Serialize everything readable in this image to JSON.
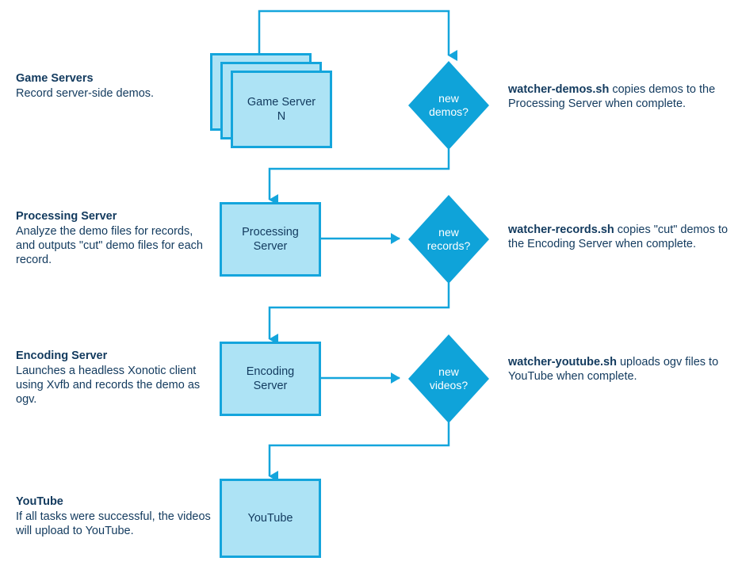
{
  "theme": {
    "box_fill": "#ade3f5",
    "box_stroke": "#14a5dc",
    "diamond_fill": "#0fa3d9",
    "text_color": "#123a5e",
    "diamond_text_color": "#ffffff",
    "background": "#ffffff"
  },
  "stages": [
    {
      "id": "game-servers",
      "title": "Game Servers",
      "body": "Record server-side demos.",
      "node_label": "Game Server\nN",
      "decision_label": "new\ndemos?",
      "note_cmd": "watcher-demos.sh",
      "note_rest": " copies demos to the Processing Server when complete."
    },
    {
      "id": "processing-server",
      "title": "Processing Server",
      "body": "Analyze the demo files for records, and outputs \"cut\" demo files for each record.",
      "node_label": "Processing\nServer",
      "decision_label": "new\nrecords?",
      "note_cmd": "watcher-records.sh",
      "note_rest": " copies \"cut\" demos to the Encoding Server when complete."
    },
    {
      "id": "encoding-server",
      "title": "Encoding Server",
      "body": "Launches a headless Xonotic client using Xvfb and records the demo as ogv.",
      "node_label": "Encoding\nServer",
      "decision_label": "new\nvideos?",
      "note_cmd": "watcher-youtube.sh",
      "note_rest": " uploads ogv files to YouTube when complete."
    },
    {
      "id": "youtube",
      "title": "YouTube",
      "body": "If all tasks were successful, the videos will upload to YouTube.",
      "node_label": "YouTube",
      "decision_label": "",
      "note_cmd": "",
      "note_rest": ""
    }
  ]
}
